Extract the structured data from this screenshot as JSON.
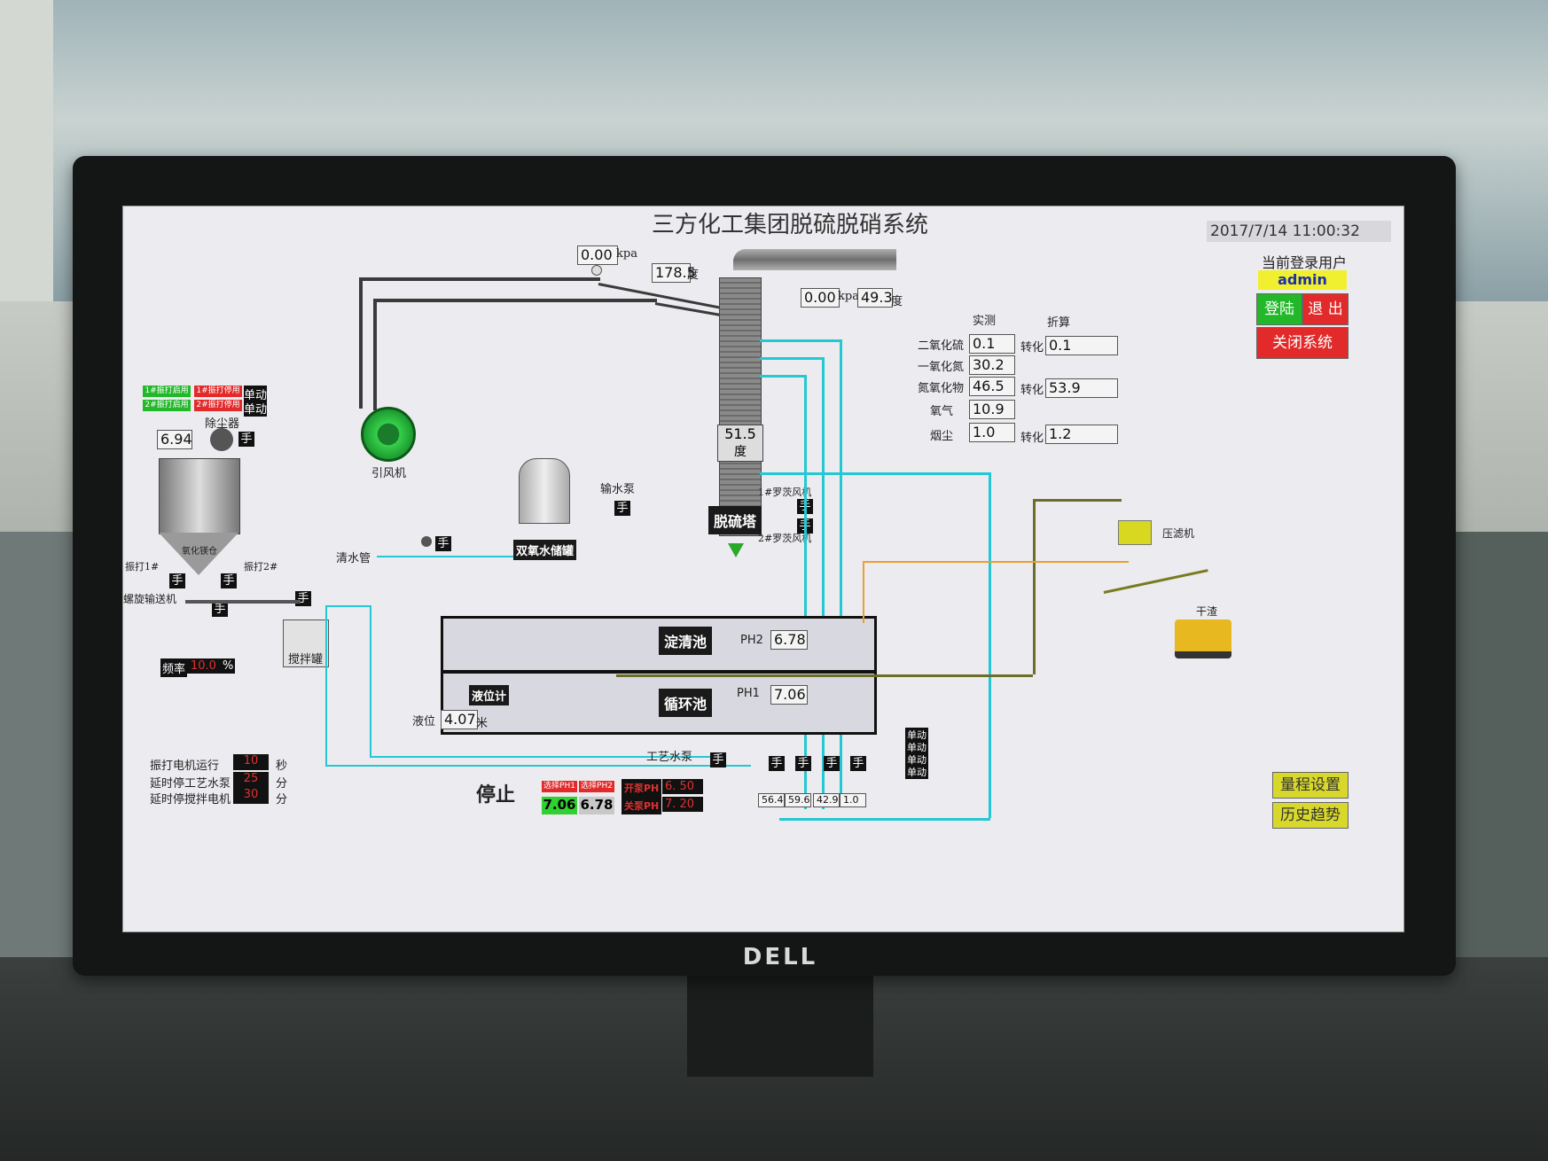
{
  "header": {
    "title": "三方化工集团脱硫脱硝系统",
    "datetime": "2017/7/14 11:00:32"
  },
  "login": {
    "label": "当前登录用户",
    "user": "admin",
    "login_btn": "登陆",
    "logout_btn": "退 出",
    "close_btn": "关闭系统"
  },
  "emissions": {
    "col_measured": "实测",
    "col_converted": "折算",
    "convert_label": "转化",
    "rows": [
      {
        "name": "二氧化硫",
        "measured": "0.1",
        "converted": "0.1"
      },
      {
        "name": "一氧化氮",
        "measured": "30.2",
        "converted": ""
      },
      {
        "name": "氮氧化物",
        "measured": "46.5",
        "converted": "53.9"
      },
      {
        "name": "氧气",
        "measured": "10.9",
        "converted": ""
      },
      {
        "name": "烟尘",
        "measured": "1.0",
        "converted": "1.2"
      }
    ]
  },
  "sensors": {
    "inlet_pressure": "0.00",
    "inlet_pressure_unit": "kpa",
    "inlet_temp": "178.5",
    "temp_unit": "度",
    "outlet_pressure": "0.00",
    "outlet_pressure_unit": "kpa",
    "outlet_temp": "49.3",
    "tower_temp": "51.5",
    "tower_temp_unit": "度"
  },
  "equipment": {
    "induced_fan": "引风机",
    "dust_collector": "除尘器",
    "dust_value": "6.94",
    "silo_label": "氧化镁仓",
    "rapper1": "振打1#",
    "rapper2": "振打2#",
    "screw_conveyor": "螺旋输送机",
    "mixer": "搅拌罐",
    "freq_label": "频率",
    "freq_value": "10.0",
    "freq_unit": "%",
    "clean_water_pipe": "清水管",
    "peroxide_tank": "双氧水储罐",
    "water_pump": "输水泵",
    "desulf_tower": "脱硫塔",
    "roots1": "1#罗茨风机",
    "roots2": "2#罗茨风机",
    "filter_press": "压滤机",
    "dry_slag": "干渣",
    "settle_pool": "淀清池",
    "circ_pool": "循环池",
    "level_meter": "液位计",
    "level_label": "液位",
    "level_value": "4.07",
    "level_unit": "米",
    "process_pump": "工艺水泵",
    "ph2_label": "PH2",
    "ph2_value": "6.78",
    "ph1_label": "PH1",
    "ph1_value": "7.06",
    "hand": "手"
  },
  "rapper_control": {
    "btn1_start": "1#振打启用",
    "btn1_stop": "1#振打停用",
    "btn2_start": "2#振打启用",
    "btn2_stop": "2#振打停用",
    "mode": "单动"
  },
  "timers": [
    {
      "label": "振打电机运行",
      "value": "10",
      "unit": "秒"
    },
    {
      "label": "延时停工艺水泵",
      "value": "25",
      "unit": "分"
    },
    {
      "label": "延时停搅拌电机",
      "value": "30",
      "unit": "分"
    }
  ],
  "status": "停止",
  "ph_select": {
    "ph1_btn": "选择PH1",
    "ph2_btn": "选择PH2",
    "ph1_value": "7.06",
    "ph2_value": "6.78",
    "open_label": "开泵PH",
    "open_value": "6. 50",
    "close_label": "关泵PH",
    "close_value": "7. 20"
  },
  "pump_values": [
    "56.4",
    "59.6",
    "42.9",
    "1.0"
  ],
  "pump_modes": [
    "单动",
    "单动",
    "单动",
    "单动"
  ],
  "bottom_buttons": {
    "range": "量程设置",
    "history": "历史趋势"
  },
  "brand": "DELL"
}
